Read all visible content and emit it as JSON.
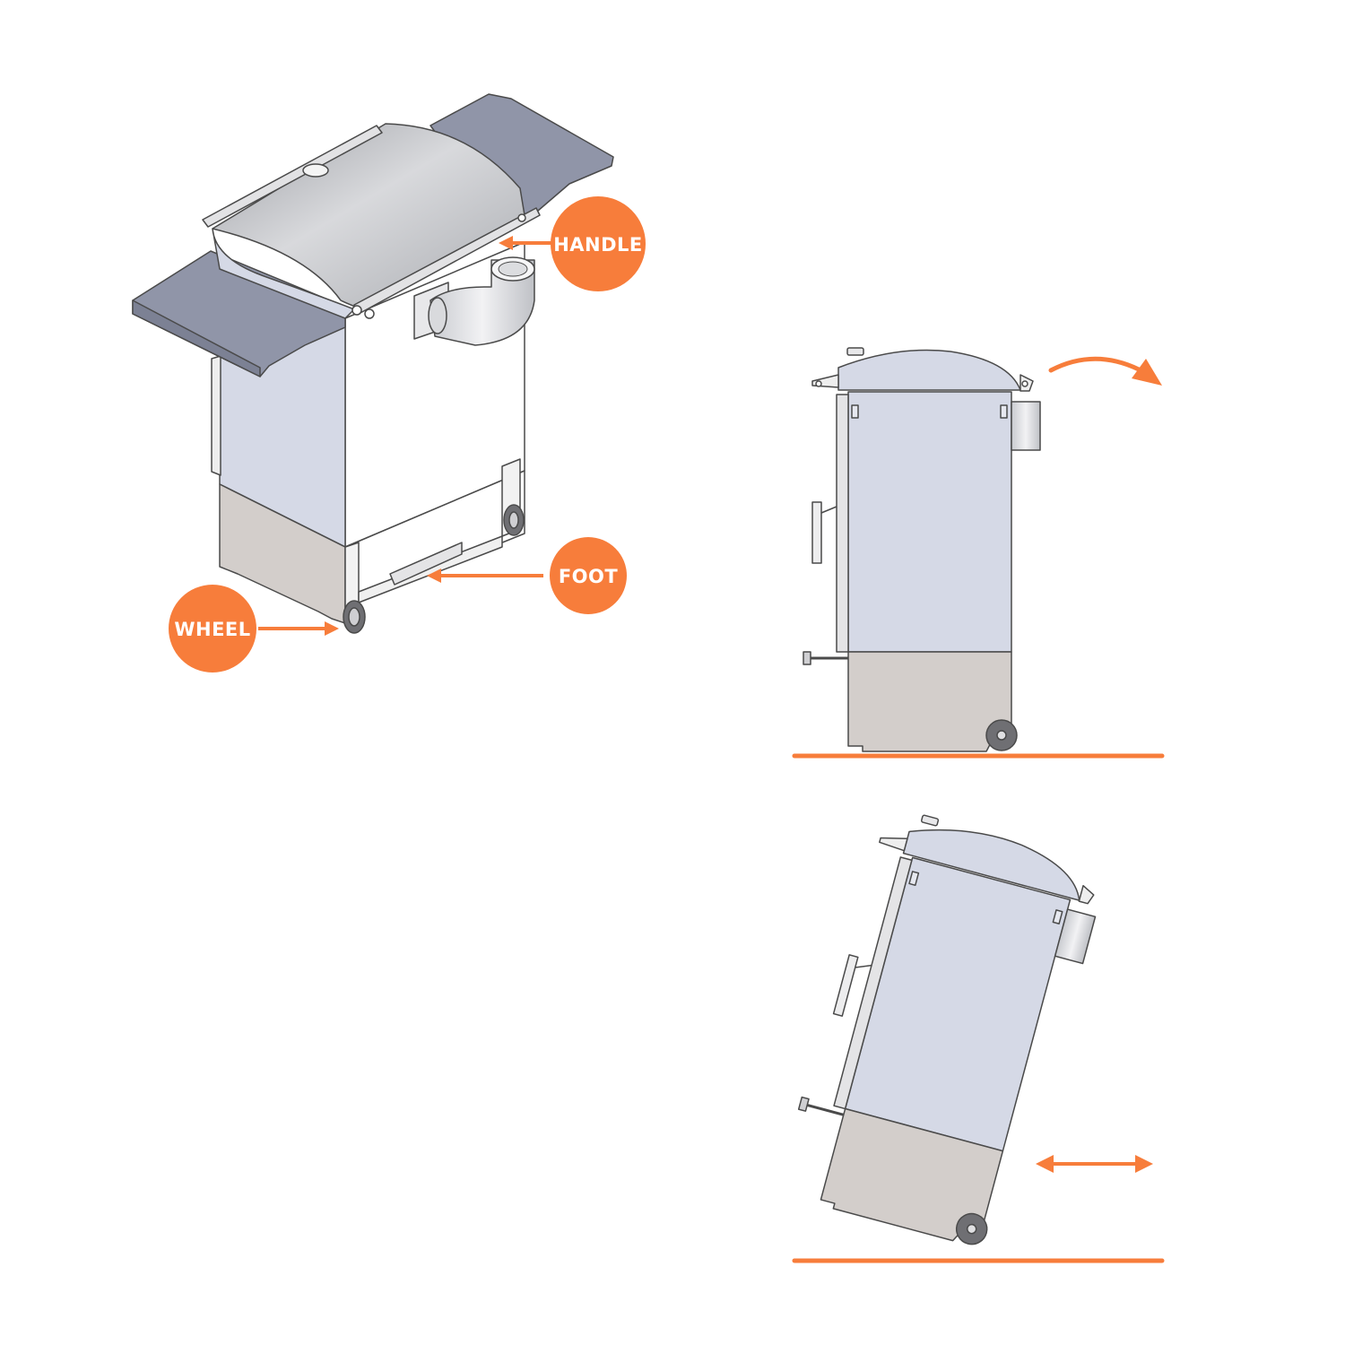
{
  "labels": {
    "handle": "HANDLE",
    "foot": "FOOT",
    "wheel": "WHEEL"
  },
  "colors": {
    "accent": "#F77D3B",
    "body": "#D5D9E6",
    "side_shelf": "#9095A8",
    "lid": "#BDBFC4",
    "base": "#D3CECB",
    "outline": "#4A4A4A"
  },
  "icons": {
    "rotate_arrow": "curved-arrow-icon",
    "slide_arrow": "double-headed-arrow-icon"
  }
}
